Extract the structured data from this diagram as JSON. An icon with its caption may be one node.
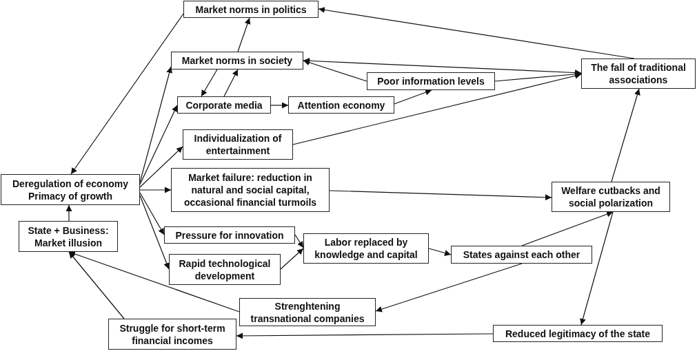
{
  "diagram": {
    "nodes": [
      {
        "text": [
          "Market norms in politics"
        ]
      },
      {
        "text": [
          "Market norms in society"
        ]
      },
      {
        "text": [
          "Corporate media"
        ]
      },
      {
        "text": [
          "Attention economy"
        ]
      },
      {
        "text": [
          "Poor information levels"
        ]
      },
      {
        "text": [
          "The fall of traditional associations"
        ]
      },
      {
        "text": [
          "Individualization of entertainment"
        ]
      },
      {
        "text": [
          "Deregulation of economy",
          "Primacy of growth"
        ]
      },
      {
        "text": [
          "Market failure: reduction in natural and social capital, occasional financial turmoils"
        ]
      },
      {
        "text": [
          "Welfare cutbacks and social polarization"
        ]
      },
      {
        "text": [
          "State + Business: Market illusion"
        ]
      },
      {
        "text": [
          "Pressure for innovation"
        ]
      },
      {
        "text": [
          "Labor replaced by knowledge and capital"
        ]
      },
      {
        "text": [
          "Rapid technological development"
        ]
      },
      {
        "text": [
          "States against each other"
        ]
      },
      {
        "text": [
          "Strenghtening transnational companies"
        ]
      },
      {
        "text": [
          "Struggle for short-term financial incomes"
        ]
      },
      {
        "text": [
          "Reduced legitimacy of the state"
        ]
      }
    ],
    "edges": [
      {
        "from": 0,
        "to": 7,
        "arrow": "to"
      },
      {
        "from": 7,
        "to": 1,
        "arrow": "to"
      },
      {
        "from": 7,
        "to": 2,
        "arrow": "to"
      },
      {
        "from": 7,
        "to": 6,
        "arrow": "to"
      },
      {
        "from": 7,
        "to": 8,
        "arrow": "to"
      },
      {
        "from": 7,
        "to": 11,
        "arrow": "to"
      },
      {
        "from": 7,
        "to": 13,
        "arrow": "to"
      },
      {
        "from": 10,
        "to": 7,
        "arrow": "to"
      },
      {
        "from": 1,
        "to": 0,
        "arrow": "to"
      },
      {
        "from": 1,
        "to": 2,
        "arrow": "to"
      },
      {
        "from": 2,
        "to": 1,
        "arrow": "to"
      },
      {
        "from": 2,
        "to": 3,
        "arrow": "to"
      },
      {
        "from": 3,
        "to": 4,
        "arrow": "to"
      },
      {
        "from": 4,
        "to": 1,
        "arrow": "to"
      },
      {
        "from": 1,
        "to": 5,
        "arrow": "both"
      },
      {
        "from": 4,
        "to": 5,
        "arrow": "to"
      },
      {
        "from": 6,
        "to": 5,
        "arrow": "to"
      },
      {
        "from": 5,
        "to": 0,
        "arrow": "to"
      },
      {
        "from": 9,
        "to": 5,
        "arrow": "to"
      },
      {
        "from": 8,
        "to": 9,
        "arrow": "to"
      },
      {
        "from": 11,
        "to": 12,
        "arrow": "to"
      },
      {
        "from": 13,
        "to": 12,
        "arrow": "to"
      },
      {
        "from": 12,
        "to": 14,
        "arrow": "to"
      },
      {
        "from": 14,
        "to": 9,
        "arrow": "to"
      },
      {
        "from": 14,
        "to": 15,
        "arrow": "to"
      },
      {
        "from": 9,
        "to": 17,
        "arrow": "to"
      },
      {
        "from": 17,
        "to": 16,
        "arrow": "to"
      },
      {
        "from": 16,
        "to": 10,
        "arrow": "to"
      },
      {
        "from": 15,
        "to": 10,
        "arrow": "to"
      }
    ]
  }
}
